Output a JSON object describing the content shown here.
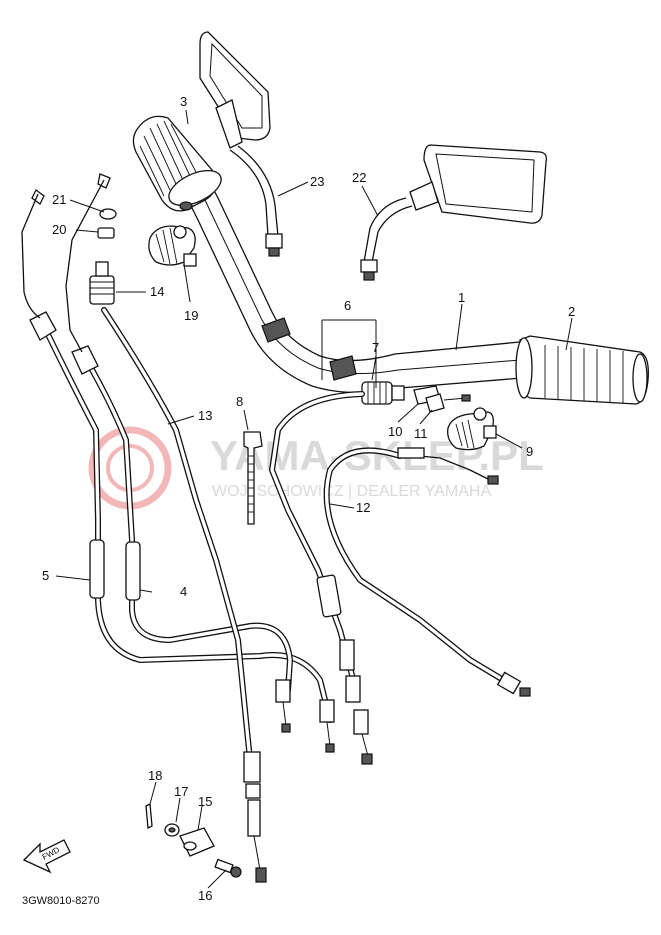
{
  "diagram": {
    "code": "3GW8010-8270",
    "fwd_label": "FWD",
    "watermark": {
      "brand": "YAMA-SKLEP.PL",
      "dealer": "WOJ. SCHOWICZ | DEALER YAMAHA"
    },
    "callouts": [
      {
        "id": "c1",
        "label": "1"
      },
      {
        "id": "c2",
        "label": "2"
      },
      {
        "id": "c3",
        "label": "3"
      },
      {
        "id": "c4",
        "label": "4"
      },
      {
        "id": "c5",
        "label": "5"
      },
      {
        "id": "c6",
        "label": "6"
      },
      {
        "id": "c7",
        "label": "7"
      },
      {
        "id": "c8",
        "label": "8"
      },
      {
        "id": "c9",
        "label": "9"
      },
      {
        "id": "c10",
        "label": "10"
      },
      {
        "id": "c11",
        "label": "11"
      },
      {
        "id": "c12",
        "label": "12"
      },
      {
        "id": "c13",
        "label": "13"
      },
      {
        "id": "c14",
        "label": "14"
      },
      {
        "id": "c15",
        "label": "15"
      },
      {
        "id": "c16",
        "label": "16"
      },
      {
        "id": "c17",
        "label": "17"
      },
      {
        "id": "c18",
        "label": "18"
      },
      {
        "id": "c19",
        "label": "19"
      },
      {
        "id": "c20",
        "label": "20"
      },
      {
        "id": "c21",
        "label": "21"
      },
      {
        "id": "c22",
        "label": "22"
      },
      {
        "id": "c23",
        "label": "23"
      }
    ]
  }
}
